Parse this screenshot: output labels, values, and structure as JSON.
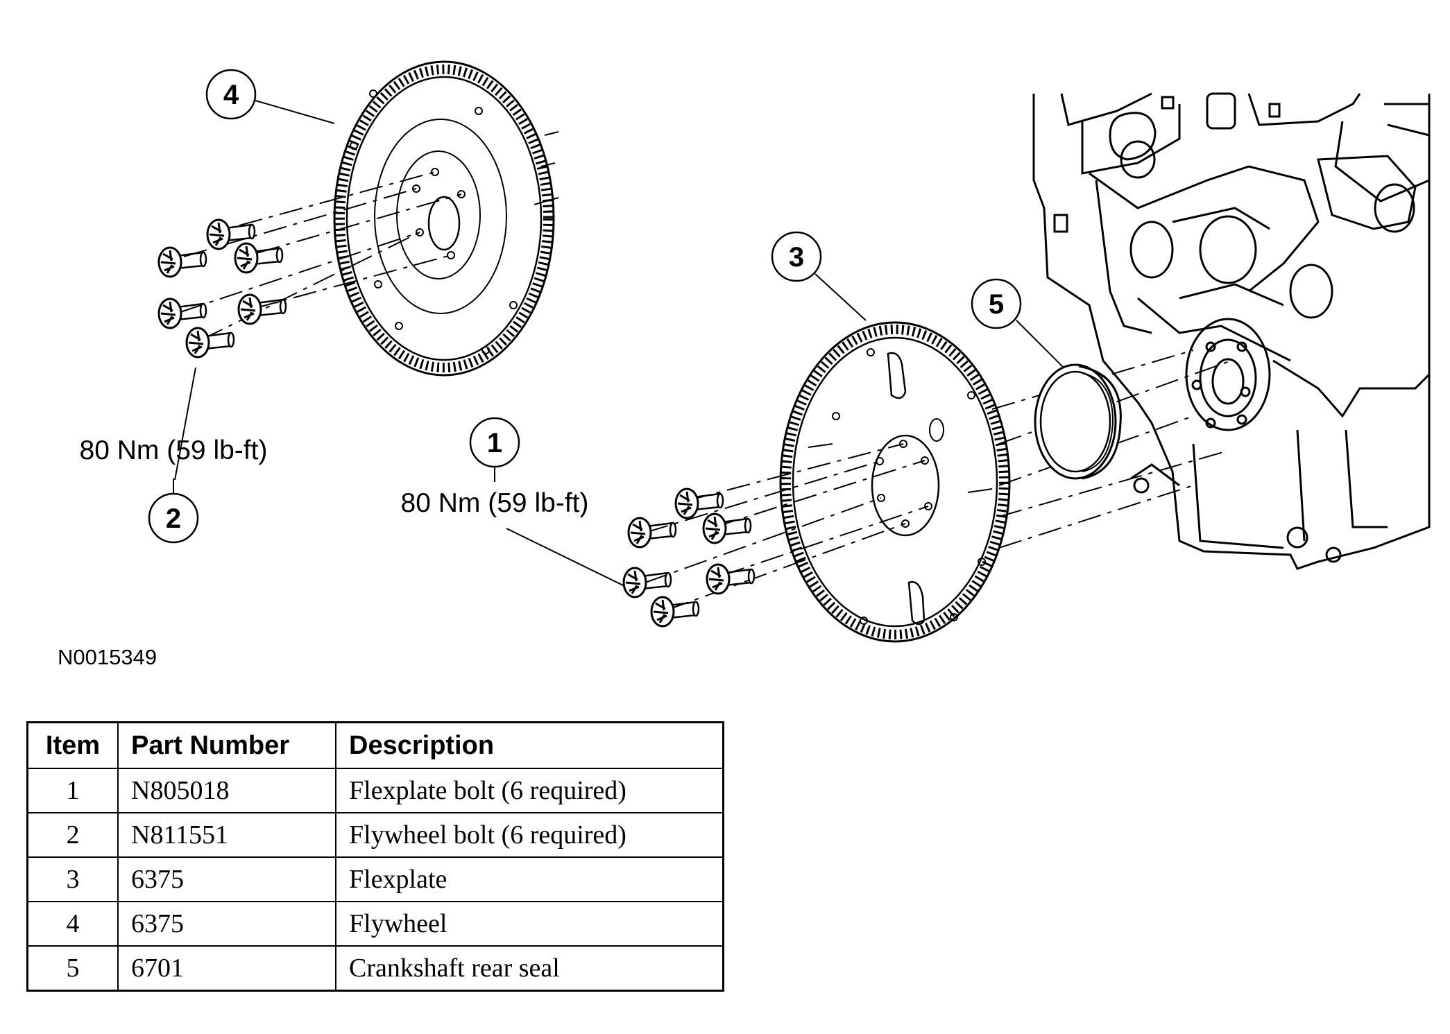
{
  "figure_id": "N0015349",
  "callouts": {
    "c1": "1",
    "c2": "2",
    "c3": "3",
    "c4": "4",
    "c5": "5"
  },
  "torque_labels": {
    "flywheel_bolts": "80 Nm (59 lb-ft)",
    "flexplate_bolts": "80 Nm (59 lb-ft)"
  },
  "table": {
    "headers": [
      "Item",
      "Part Number",
      "Description"
    ],
    "rows": [
      {
        "item": "1",
        "part": "N805018",
        "desc": "Flexplate bolt (6 required)"
      },
      {
        "item": "2",
        "part": "N811551",
        "desc": "Flywheel bolt (6 required)"
      },
      {
        "item": "3",
        "part": "6375",
        "desc": "Flexplate"
      },
      {
        "item": "4",
        "part": "6375",
        "desc": "Flywheel"
      },
      {
        "item": "5",
        "part": "6701",
        "desc": "Crankshaft rear seal"
      }
    ]
  }
}
